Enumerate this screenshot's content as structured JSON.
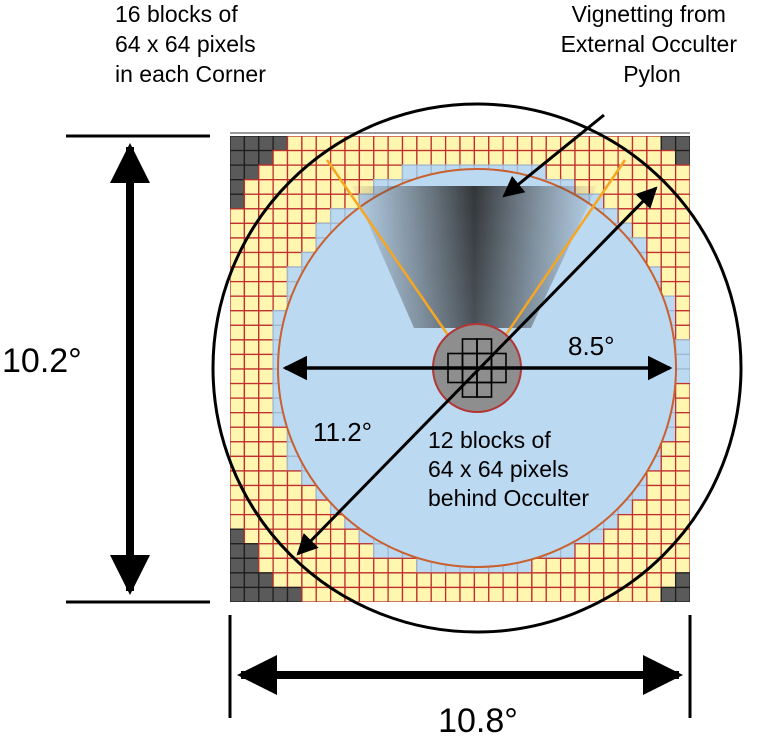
{
  "diagram": {
    "labels": {
      "corner_blocks": [
        "16 blocks of",
        "64 x 64 pixels",
        "in each Corner"
      ],
      "vignetting": [
        "Vignetting from",
        "External Occulter",
        "Pylon"
      ],
      "occulter_blocks": [
        "12 blocks of",
        "64 x 64 pixels",
        "behind Occulter"
      ],
      "height_dim": "10.2°",
      "width_dim": "10.8°",
      "diagonal_dim": "11.2°",
      "radius_dim": "8.5°"
    },
    "counts": {
      "corner_blocks": 16,
      "occulter_blocks": 12,
      "block_size_px": "64 x 64"
    },
    "colors": {
      "sky_blue": "#bcd9f2",
      "block_fill": "#fff6b0",
      "block_border": "#c0302f",
      "corner_block": "#5a5a5a",
      "corner_grid": "#1f1f1f",
      "pylon_ray": "#f5a623",
      "circle_outline": "#c8602f",
      "occulter_fill": "#8e8e8e",
      "outline": "#000000"
    }
  }
}
